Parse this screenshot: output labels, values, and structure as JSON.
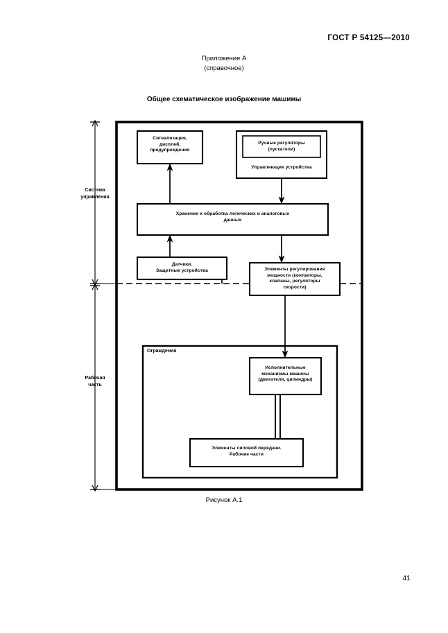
{
  "document": {
    "standard_header": "ГОСТ Р 54125—2010",
    "page_number": "41"
  },
  "annex": {
    "title": "Приложение А",
    "subtitle": "(справочное)",
    "figure_title": "Общее схематическое изображение машины",
    "figure_caption": "Рисунок А.1"
  },
  "diagram": {
    "braces": [
      {
        "id": "control-system",
        "label": "Система\nуправления"
      },
      {
        "id": "working-part",
        "label": "Рабочая\nчасть"
      }
    ],
    "guard_label": "Ограждения",
    "boxes": [
      {
        "id": "signalling",
        "label": "Сигнализация,\nдисплей,\nпредупреждения"
      },
      {
        "id": "manual-controls",
        "label": "Ручные регуляторы\n(пускатели)"
      },
      {
        "id": "control-devices",
        "label": "Управляющие устройства"
      },
      {
        "id": "logic-processing",
        "label": "Хранение и обработка логических и аналоговых\nданных"
      },
      {
        "id": "sensors",
        "label": "Датчики.\nЗащитные устройства"
      },
      {
        "id": "power-regulation",
        "label": "Элементы регулирования\nмощности (контакторы,\nклапаны, регуляторы\nскорости)"
      },
      {
        "id": "actuators",
        "label": "Исполнительные\nмеханизмы машины\n(двигатели, цилиндры)"
      },
      {
        "id": "power-transmission",
        "label": "Элементы силовой передачи.\nРабочие части"
      }
    ],
    "colors": {
      "stroke": "#000000",
      "background": "#ffffff"
    }
  }
}
